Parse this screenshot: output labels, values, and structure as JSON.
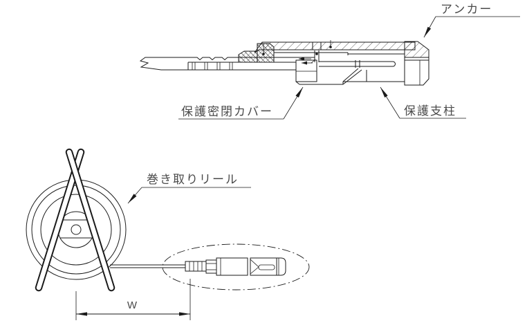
{
  "diagram": {
    "type": "technical-line-drawing",
    "labels": {
      "anchor": "アンカー",
      "protective_cover": "保護密閉カバー",
      "protective_pillar": "保護支柱",
      "reel": "巻き取りリール"
    },
    "dimension": {
      "width_label": "W"
    },
    "colors": {
      "line": "#1a1a1a",
      "label_text": "#4a4a4a",
      "background": "#ffffff"
    }
  }
}
